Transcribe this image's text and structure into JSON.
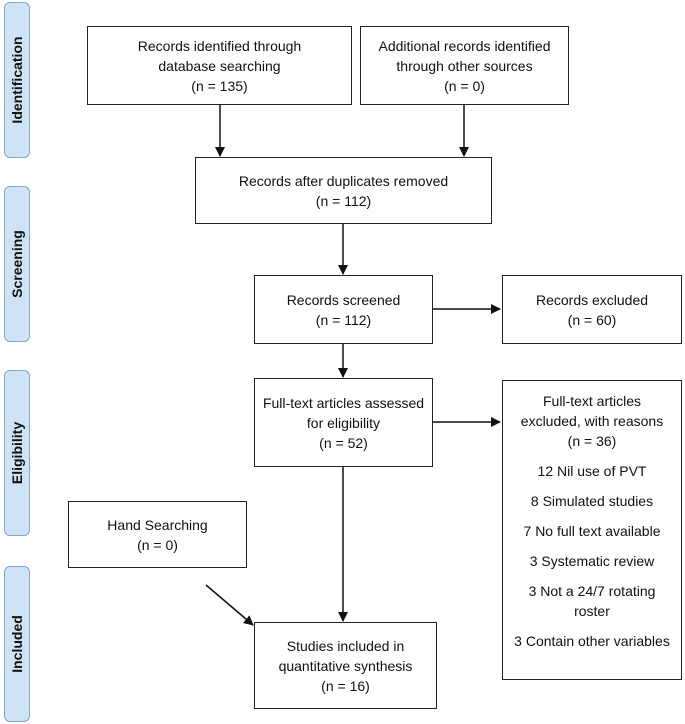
{
  "stages": [
    {
      "label": "Identification"
    },
    {
      "label": "Screening"
    },
    {
      "label": "Eligibility"
    },
    {
      "label": "Included"
    }
  ],
  "boxes": {
    "db_search": {
      "lines": [
        "Records identified through",
        "database searching",
        "(n = 135)"
      ]
    },
    "other_sources": {
      "lines": [
        "Additional records identified",
        "through other sources",
        "(n = 0)"
      ]
    },
    "duplicates_removed": {
      "lines": [
        "Records after duplicates removed",
        "(n = 112)"
      ]
    },
    "screened": {
      "lines": [
        "Records screened",
        "(n = 112)"
      ]
    },
    "excluded": {
      "lines": [
        "Records excluded",
        "(n = 60)"
      ]
    },
    "fulltext_assessed": {
      "lines": [
        "Full-text articles assessed",
        "for eligibility",
        "(n = 52)"
      ]
    },
    "hand_searching": {
      "lines": [
        "Hand Searching",
        "(n = 0)"
      ]
    },
    "included": {
      "lines": [
        "Studies included in",
        "quantitative synthesis",
        "(n = 16)"
      ]
    },
    "fulltext_excluded": {
      "header": [
        "Full-text articles",
        "excluded, with reasons",
        "(n = 36)"
      ],
      "reasons": [
        [
          "12 Nil use of PVT"
        ],
        [
          "8 Simulated studies"
        ],
        [
          "7 No full text available"
        ],
        [
          "3 Systematic review"
        ],
        [
          "3 Not a 24/7 rotating",
          "roster"
        ],
        [
          "3 Contain other variables"
        ]
      ]
    }
  }
}
